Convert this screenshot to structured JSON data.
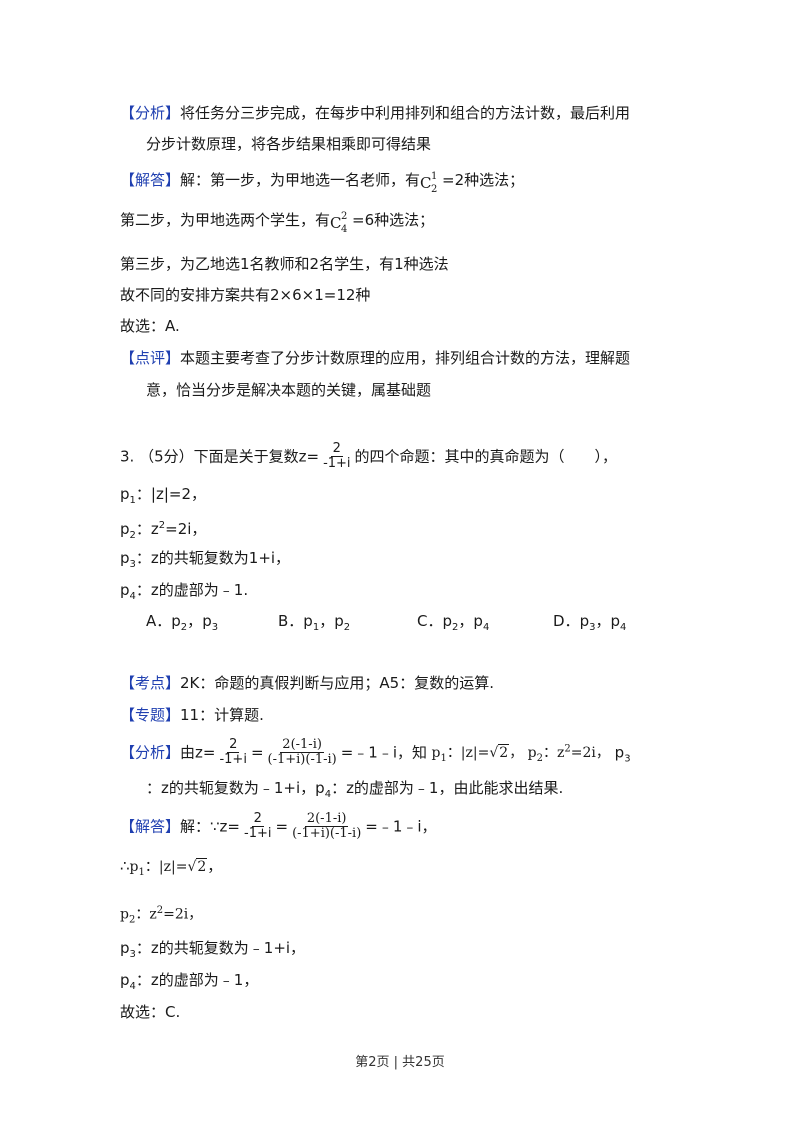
{
  "analysis1": {
    "tag": "【分析】",
    "line1": "将任务分三步完成，在每步中利用排列和组合的方法计数，最后利用",
    "line2": "分步计数原理，将各步结果相乘即可得结果"
  },
  "answer1": {
    "tag": "【解答】",
    "line1_prefix": "解：第一步，为甲地选一名老师，有",
    "line1_comb": {
      "c": "C",
      "sup": "1",
      "sub": "2"
    },
    "line1_suffix": "=2种选法；",
    "line2_prefix": "第二步，为甲地选两个学生，有",
    "line2_comb": {
      "c": "C",
      "sup": "2",
      "sub": "4"
    },
    "line2_suffix": "=6种选法；",
    "line3": "第三步，为乙地选1名教师和2名学生，有1种选法",
    "line4": "故不同的安排方案共有2×6×1=12种",
    "line5": "故选：A."
  },
  "comment1": {
    "tag": "【点评】",
    "line1": "本题主要考查了分步计数原理的应用，排列组合计数的方法，理解题",
    "line2": "意，恰当分步是解决本题的关键，属基础题"
  },
  "question3": {
    "prefix": "3. （5分）下面是关于复数z=",
    "frac_num": "2",
    "frac_den": "-1+i",
    "suffix": "的四个命题：其中的真命题为（　　），",
    "p1": {
      "label": "p",
      "sub": "1",
      "text": "：|z|=2，"
    },
    "p2": {
      "label": "p",
      "sub": "2",
      "text_pre": "：z",
      "sup": "2",
      "text_post": "=2i，"
    },
    "p3": {
      "label": "p",
      "sub": "3",
      "text": "：z的共轭复数为1+i，"
    },
    "p4": {
      "label": "p",
      "sub": "4",
      "text": "：z的虚部为﹣1."
    },
    "options": [
      {
        "letter": "A．",
        "a": "p",
        "as": "2",
        "b": "p",
        "bs": "3"
      },
      {
        "letter": "B．",
        "a": "p",
        "as": "1",
        "b": "p",
        "bs": "2"
      },
      {
        "letter": "C．",
        "a": "p",
        "as": "2",
        "b": "p",
        "bs": "4"
      },
      {
        "letter": "D．",
        "a": "p",
        "as": "3",
        "b": "p",
        "bs": "4"
      }
    ]
  },
  "kaodian": {
    "tag": "【考点】",
    "text": "2K：命题的真假判断与应用；A5：复数的运算."
  },
  "zhuanti": {
    "tag": "【专题】",
    "text": "11：计算题."
  },
  "analysis3": {
    "tag": "【分析】",
    "pre": "由z=",
    "f1_num": "2",
    "f1_den": "-1+i",
    "eq": "=",
    "f2_num": "2(-1-i)",
    "f2_den": "(-1+i)(-1-i)",
    "post": "=﹣1﹣i，知",
    "p1": "p",
    "p1s": "1",
    "p1t": "：|z|=",
    "sqrt2": "2",
    "p2": "p",
    "p2s": "2",
    "p2t": "：z",
    "p2sup": "2",
    "p2t2": "=2i，",
    "p3": "p",
    "p3s": "3",
    "line2": "：z的共轭复数为﹣1+i，p",
    "line2_sub": "4",
    "line2_end": "：z的虚部为﹣1，由此能求出结果."
  },
  "answer3": {
    "tag": "【解答】",
    "pre": "解：∵z=",
    "f1_num": "2",
    "f1_den": "-1+i",
    "eq": "=",
    "f2_num": "2(-1-i)",
    "f2_den": "(-1+i)(-1-i)",
    "post": "=﹣1﹣i，",
    "l2_pre": "∴",
    "l2_p": "p",
    "l2_ps": "1",
    "l2_t": "：|z|=",
    "l2_sqrt": "2",
    "l2_end": "，",
    "l3_p": "p",
    "l3_ps": "2",
    "l3_t": "：z",
    "l3_sup": "2",
    "l3_end": "=2i，",
    "l4_p": "p",
    "l4_ps": "3",
    "l4_t": "：z的共轭复数为﹣1+i，",
    "l5_p": "p",
    "l5_ps": "4",
    "l5_t": "：z的虚部为﹣1，",
    "l6": "故选：C."
  },
  "footer": {
    "text": "第2页 | 共25页"
  }
}
